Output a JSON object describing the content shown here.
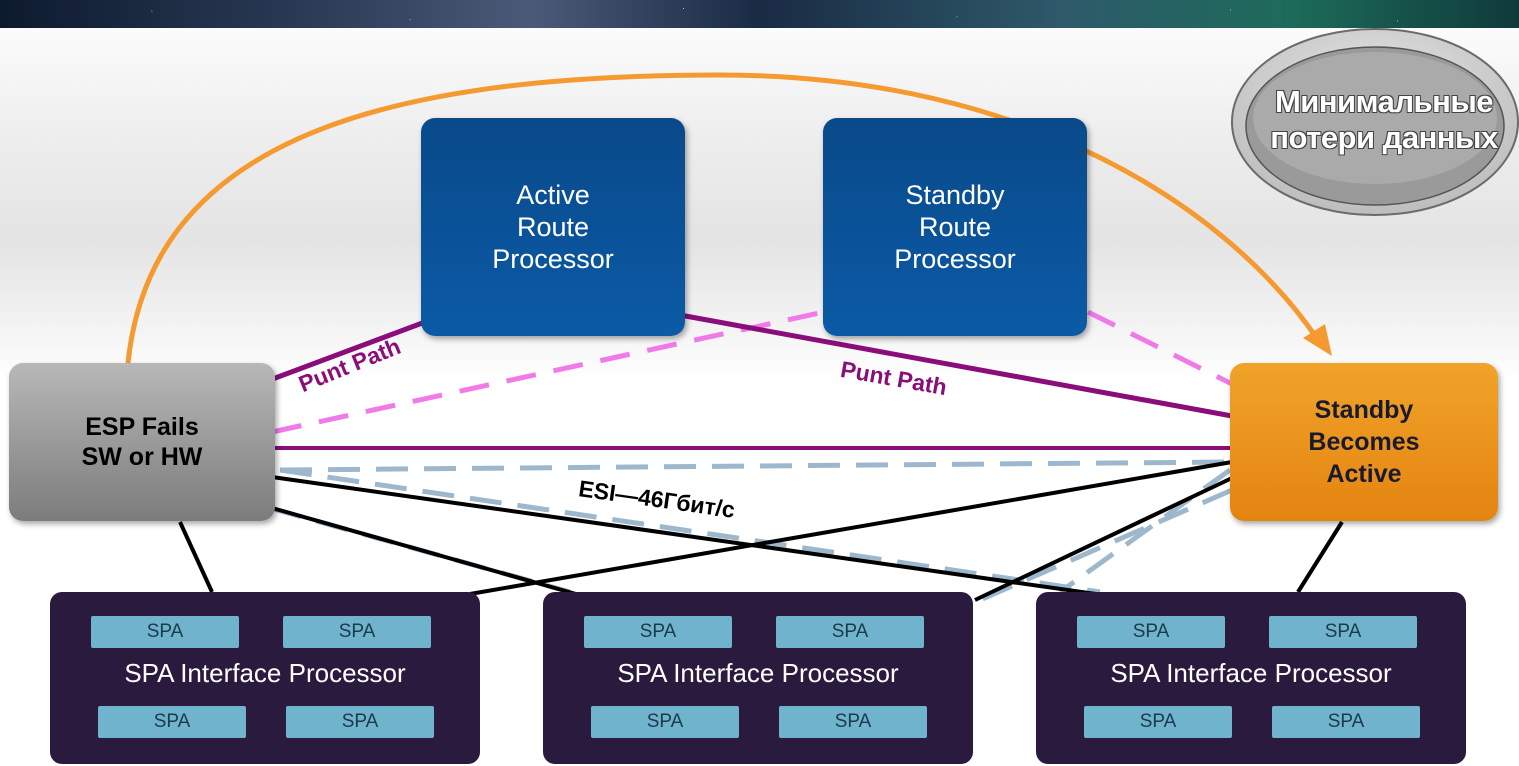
{
  "colors": {
    "route_processor": "#0b5aa6",
    "esp_failed": "#8f8f8f",
    "esp_standby": "#e98a14",
    "sip_bg": "#2a1a3e",
    "spa_bg": "#6fb3cc",
    "punt_path": "#8a0d7a",
    "punt_path_standby_dashed": "#f07ae8",
    "failover_arrow": "#f59a30",
    "esi_link": "#000000",
    "esi_standby_dashed": "#9db8cc"
  },
  "badge": {
    "text": "Минимальные\nпотери данных"
  },
  "route_processors": [
    {
      "label": "Active\nRoute\nProcessor"
    },
    {
      "label": "Standby\nRoute\nProcessor"
    }
  ],
  "esp_left": {
    "label": "ESP Fails\nSW or HW"
  },
  "esp_right": {
    "label": "Standby\nBecomes\nActive"
  },
  "link_labels": {
    "punt_left": "Punt Path",
    "punt_right": "Punt Path",
    "esi": "ESI—46Гбит/с"
  },
  "sips": [
    {
      "title": "SPA Interface Processor",
      "spas": [
        "SPA",
        "SPA",
        "SPA",
        "SPA"
      ]
    },
    {
      "title": "SPA Interface Processor",
      "spas": [
        "SPA",
        "SPA",
        "SPA",
        "SPA"
      ]
    },
    {
      "title": "SPA Interface Processor",
      "spas": [
        "SPA",
        "SPA",
        "SPA",
        "SPA"
      ]
    }
  ]
}
